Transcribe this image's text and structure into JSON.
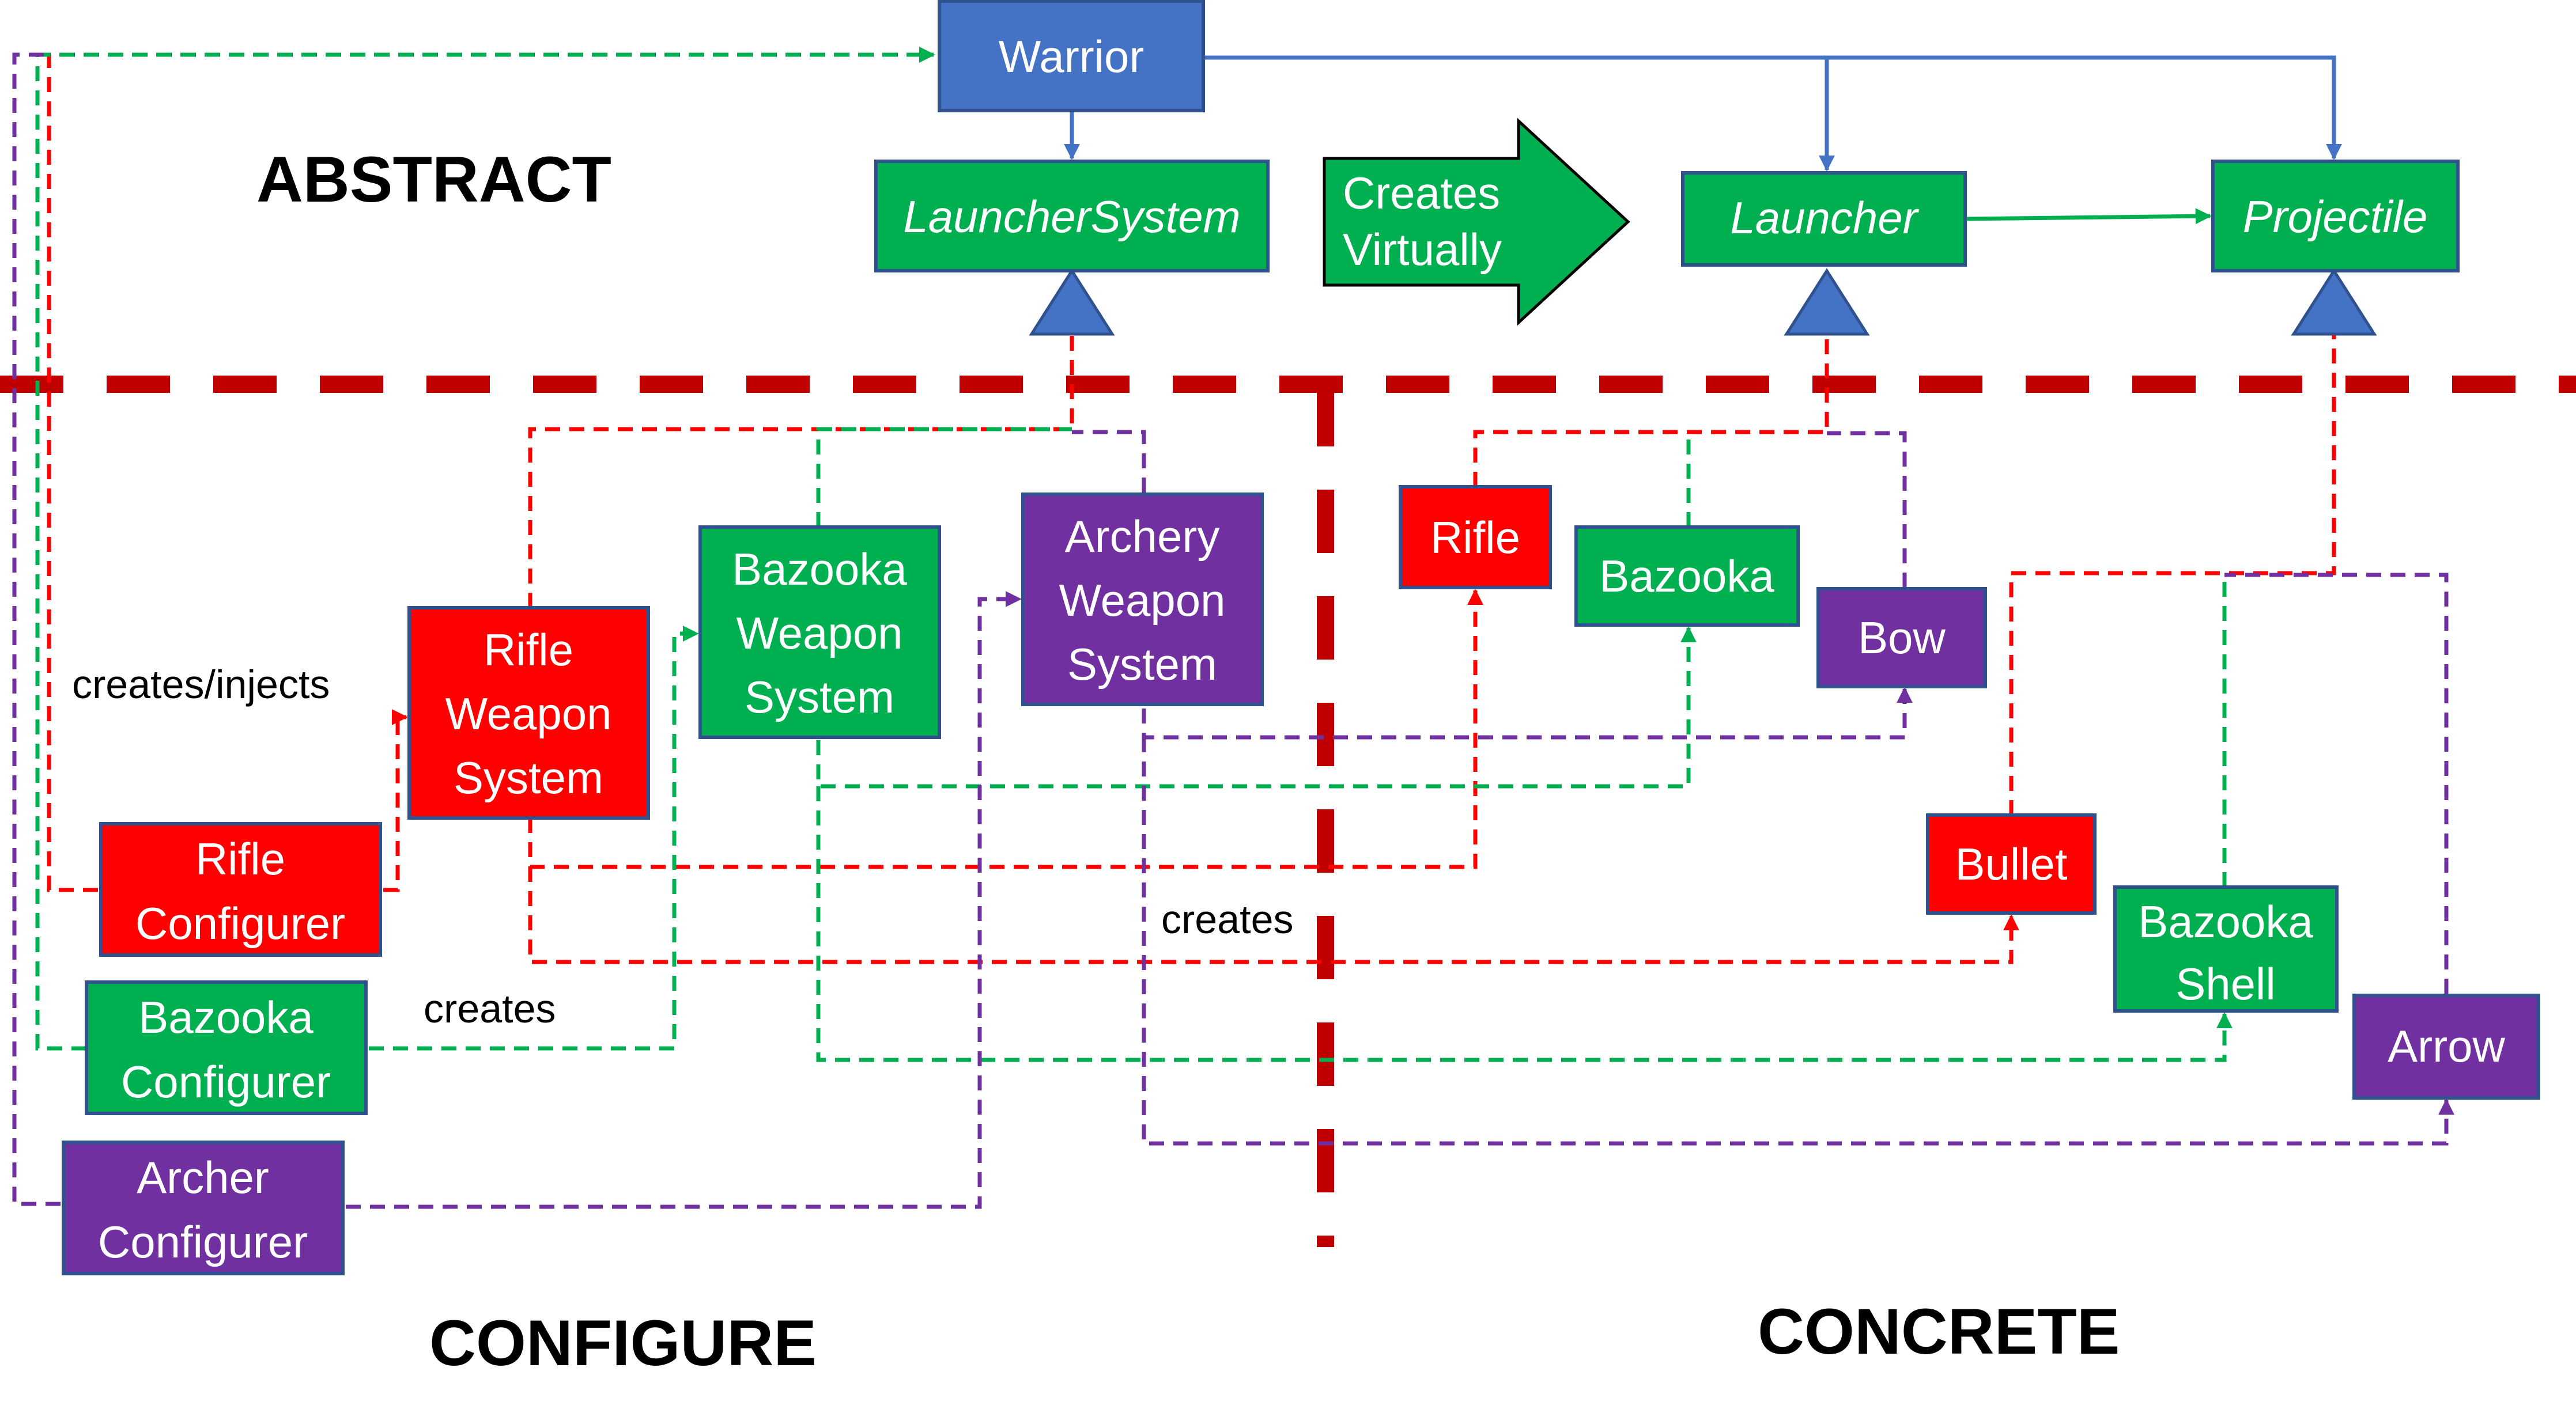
{
  "colors": {
    "blue": "#4472C4",
    "green": "#00B050",
    "red": "#FF0000",
    "purple": "#7030A0",
    "dark_red": "#C00000",
    "box_border": "#2F528F"
  },
  "headings": {
    "abstract": "ABSTRACT",
    "configure": "CONFIGURE",
    "concrete": "CONCRETE"
  },
  "boxes": {
    "warrior": "Warrior",
    "launcher_system": "LauncherSystem",
    "launcher": "Launcher",
    "projectile": "Projectile",
    "rifle_weapon_system": [
      "Rifle",
      "Weapon",
      "System"
    ],
    "bazooka_weapon_system": [
      "Bazooka",
      "Weapon",
      "System"
    ],
    "archery_weapon_system": [
      "Archery",
      "Weapon",
      "System"
    ],
    "rifle": "Rifle",
    "bazooka": "Bazooka",
    "bow": "Bow",
    "bullet": "Bullet",
    "bazooka_shell": [
      "Bazooka",
      "Shell"
    ],
    "arrow": "Arrow",
    "rifle_configurer": [
      "Rifle",
      "Configurer"
    ],
    "bazooka_configurer": [
      "Bazooka",
      "Configurer"
    ],
    "archer_configurer": [
      "Archer",
      "Configurer"
    ]
  },
  "arrow_shape": [
    "Creates",
    "Virtually"
  ],
  "annotations": {
    "creates_injects": "creates/injects",
    "creates_configurer": "creates",
    "creates_system": "creates"
  }
}
